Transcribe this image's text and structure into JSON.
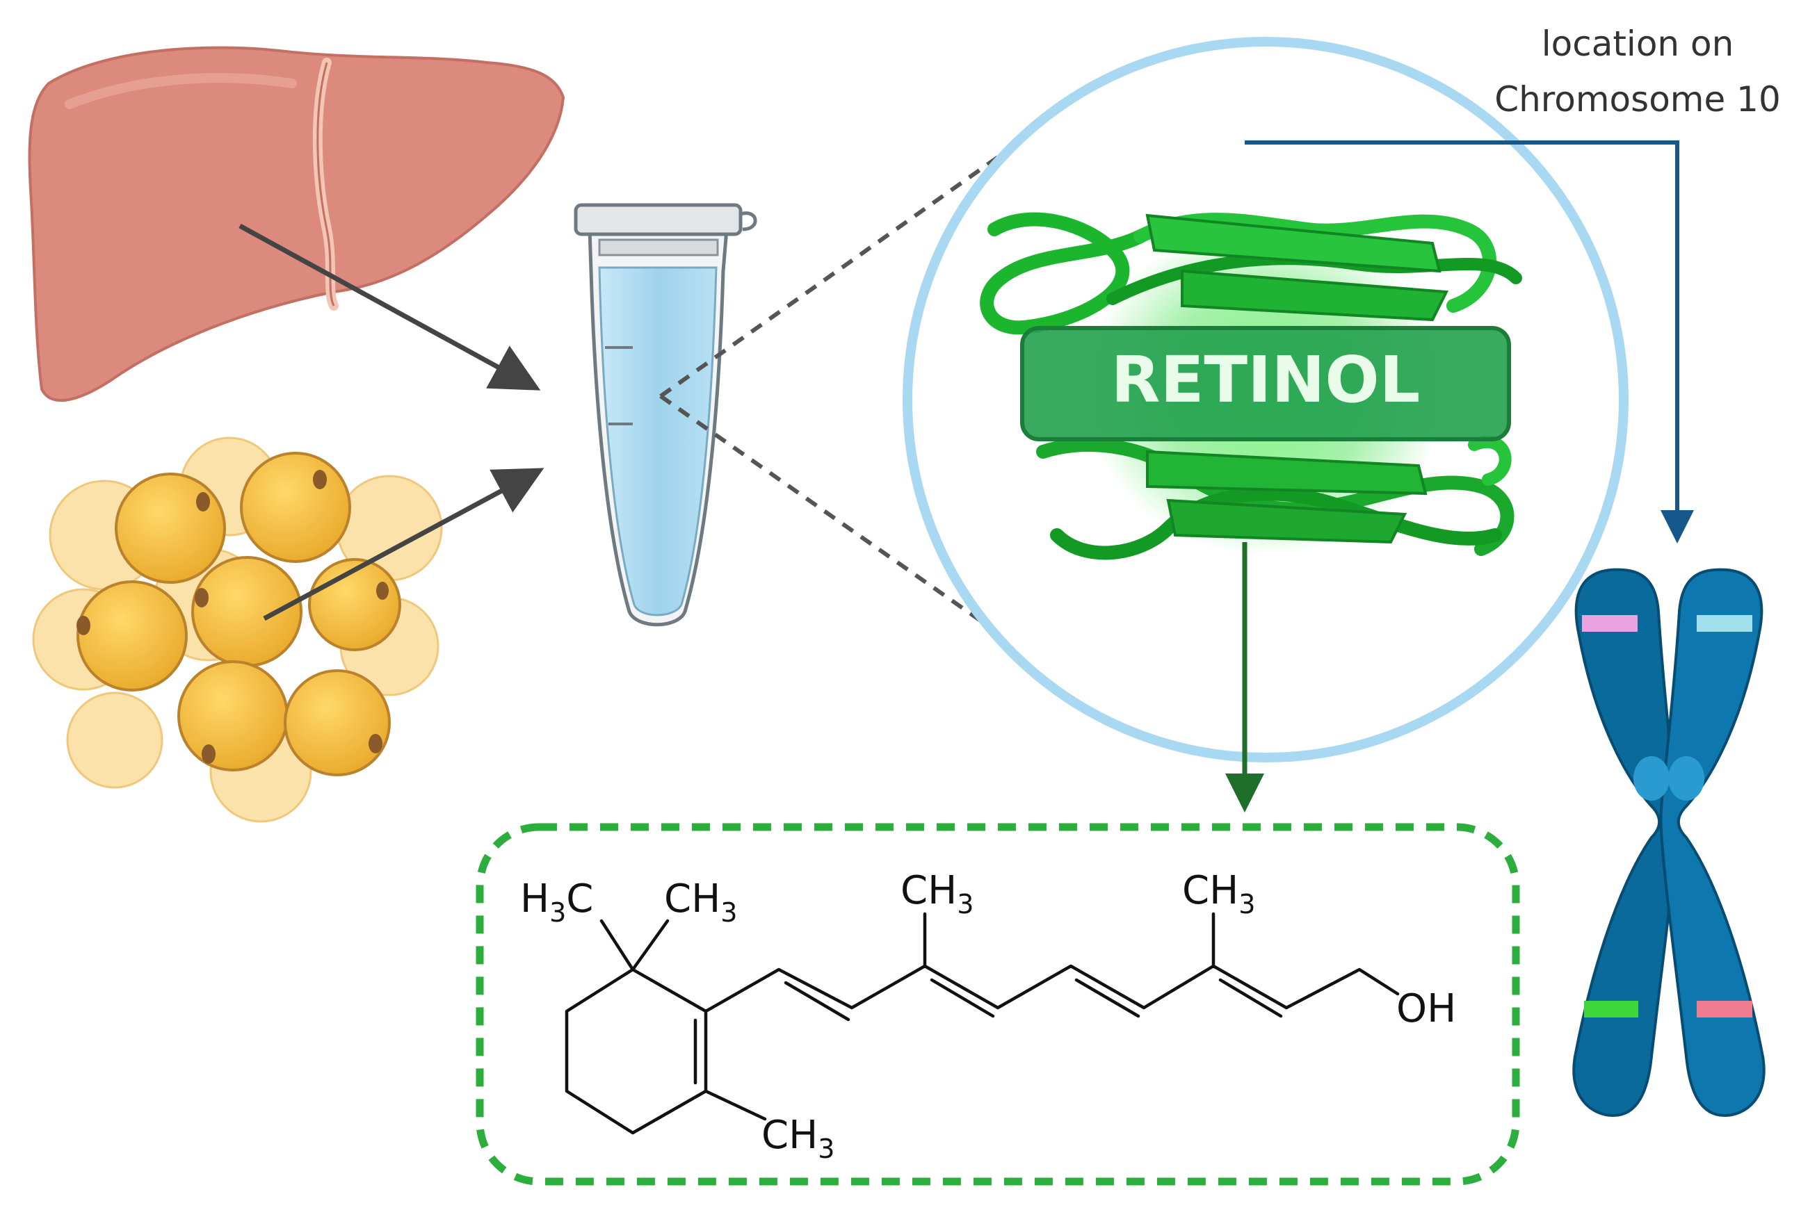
{
  "labels": {
    "chromosome_note_line1": "location on",
    "chromosome_note_line2": "Chromosome 10",
    "protein_name": "RETINOL"
  },
  "structure": {
    "h3c_left": {
      "main": "H",
      "sub": "3",
      "tail": "C"
    },
    "ch3_gem": {
      "main": "CH",
      "sub": "3"
    },
    "ch3_chain1": {
      "main": "CH",
      "sub": "3"
    },
    "ch3_chain2": {
      "main": "CH",
      "sub": "3"
    },
    "ch3_ring": {
      "main": "CH",
      "sub": "3"
    },
    "hydroxyl": "OH"
  },
  "colors": {
    "liver": "#dc8a7e",
    "fat_cell": "#f0b738",
    "fat_cell_pale": "#fbe2aa",
    "tube_liquid": "#a6d6ee",
    "lens_ring": "#a9d8f2",
    "protein_green": "#1cb52e",
    "label_box": "#23a14f",
    "chromosome": "#0b6a9c",
    "arrow_blue": "#15598c",
    "arrow_green": "#1f6e2a",
    "dashed_box": "#2cae3c",
    "band_pink": "#eaa3e0",
    "band_cyan": "#9fe0ec",
    "band_green": "#3ed63a",
    "band_red": "#f07c90"
  }
}
